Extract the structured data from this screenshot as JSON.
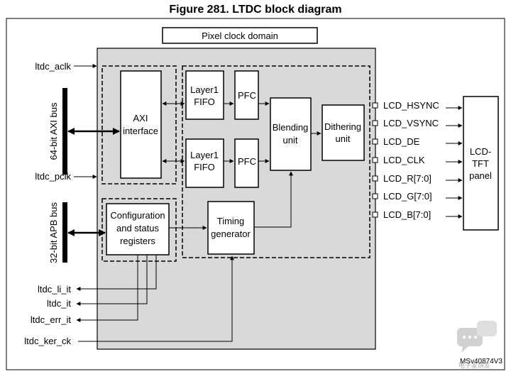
{
  "title": "Figure 281. LTDC block diagram",
  "pixel_clock_domain": "Pixel clock domain",
  "blocks": {
    "axi": [
      "AXI",
      "interface"
    ],
    "layer1_fifo_a": [
      "Layer1",
      "FIFO"
    ],
    "layer1_fifo_b": [
      "Layer1",
      "FIFO"
    ],
    "pfc_a": "PFC",
    "pfc_b": "PFC",
    "blending": [
      "Blending",
      "unit"
    ],
    "dithering": [
      "Dithering",
      "unit"
    ],
    "config": [
      "Configuration",
      "and status",
      "registers"
    ],
    "timing": [
      "Timing",
      "generator"
    ],
    "panel": [
      "LCD-",
      "TFT",
      "panel"
    ]
  },
  "buses": {
    "axi_bus": "64-bit AXI bus",
    "apb_bus": "32-bit APB bus"
  },
  "inputs": {
    "aclk": "ltdc_aclk",
    "pclk": "ltdc_pclk",
    "ker_ck": "ltdc_ker_ck"
  },
  "outputs": [
    "ltdc_li_it",
    "ltdc_it",
    "ltdc_err_it"
  ],
  "lcd_signals": [
    "LCD_HSYNC",
    "LCD_VSYNC",
    "LCD_DE",
    "LCD_CLK",
    "LCD_R[7:0]",
    "LCD_G[7:0]",
    "LCD_B[7:0]"
  ],
  "reference": "MSv40874V3",
  "watermark": "电子发烧友"
}
